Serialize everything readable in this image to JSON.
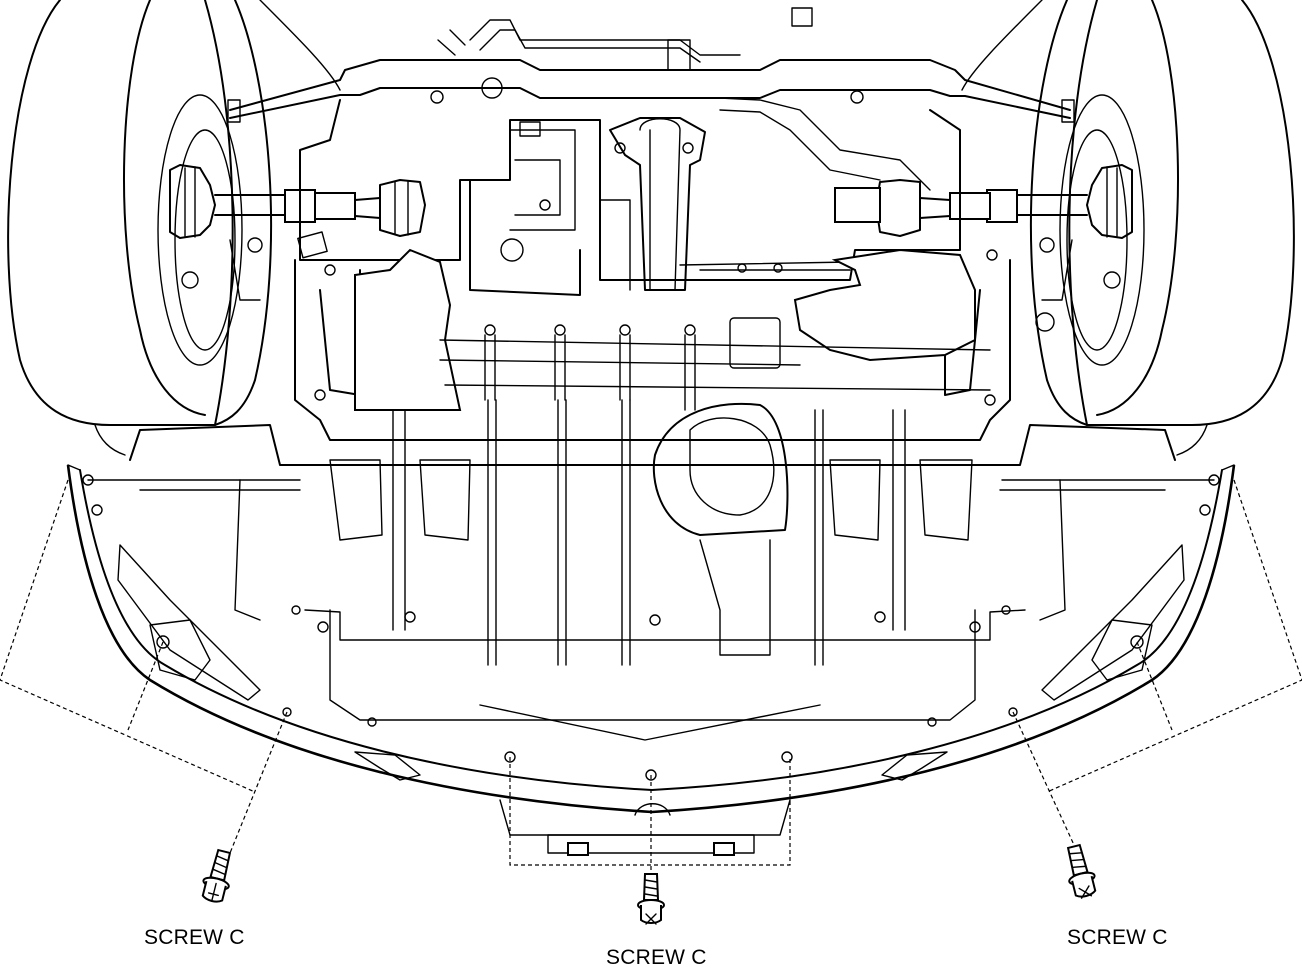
{
  "callouts": [
    {
      "id": "left",
      "text": "SCREW C"
    },
    {
      "id": "center",
      "text": "SCREW C"
    },
    {
      "id": "right",
      "text": "SCREW C"
    }
  ]
}
